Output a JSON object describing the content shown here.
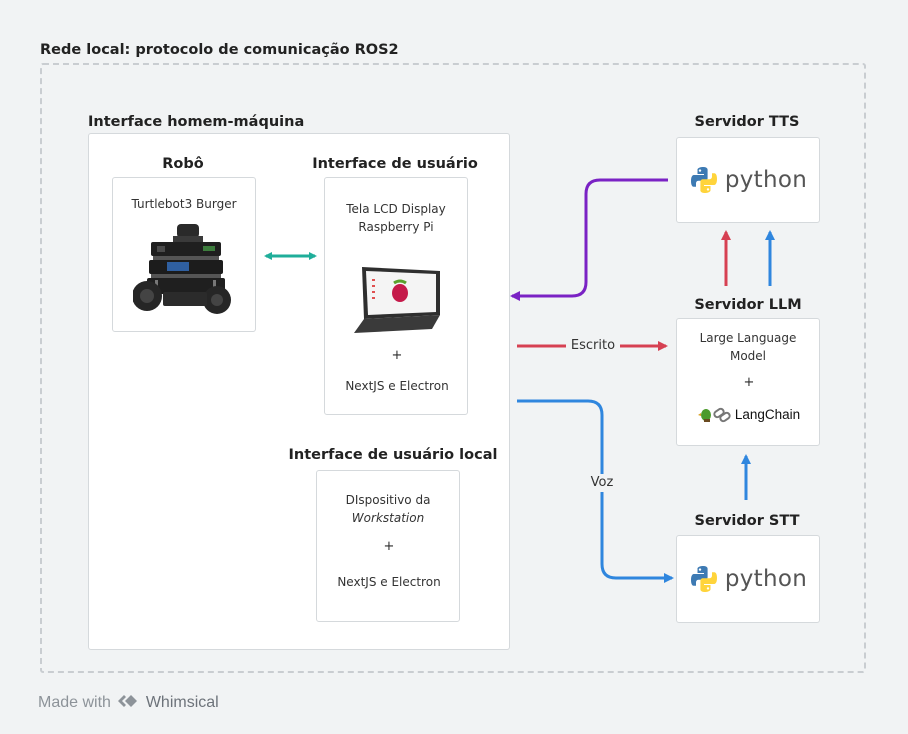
{
  "network": {
    "title": "Rede local: protocolo de comunicação ROS2"
  },
  "hmi": {
    "title": "Interface homem-máquina",
    "robot": {
      "title": "Robô",
      "name": "Turtlebot3 Burger"
    },
    "user_interface": {
      "title": "Interface de usuário",
      "display_line1": "Tela LCD Display",
      "display_line2": "Raspberry Pi",
      "plus": "+",
      "framework": "NextJS e Electron"
    },
    "local_interface": {
      "title": "Interface de usuário local",
      "device_line1": "DIspositivo da",
      "device_line2": "Workstation",
      "plus": "+",
      "framework": "NextJS e Electron"
    }
  },
  "tts": {
    "title": "Servidor TTS",
    "logo_text": "python"
  },
  "llm": {
    "title": "Servidor LLM",
    "line1": "Large Language",
    "line2": "Model",
    "plus": "+",
    "logo_text": "LangChain"
  },
  "stt": {
    "title": "Servidor STT",
    "logo_text": "python"
  },
  "connections": {
    "written_label": "Escrito",
    "voice_label": "Voz"
  },
  "footer": {
    "prefix": "Made with",
    "brand": "Whimsical"
  },
  "colors": {
    "background": "#f1f3f4",
    "teal": "#1fae9a",
    "purple": "#7a22c4",
    "red": "#d64052",
    "blue": "#2f86de",
    "python_blue": "#3d7ab3",
    "python_yellow": "#ffd43b"
  }
}
